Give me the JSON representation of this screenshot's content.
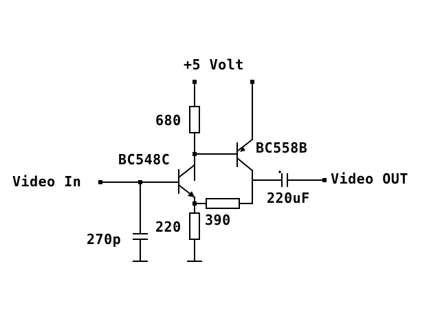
{
  "labels": {
    "supply": "+5 Volt",
    "r_collector": "680",
    "q1": "BC548C",
    "q2": "BC558B",
    "input": "Video In",
    "output": "Video OUT",
    "c_in": "270p",
    "r_emitter": "220",
    "r_feedback": "390",
    "c_out": "220uF"
  },
  "colors": {
    "ink": "#000000",
    "background": "#ffffff"
  }
}
